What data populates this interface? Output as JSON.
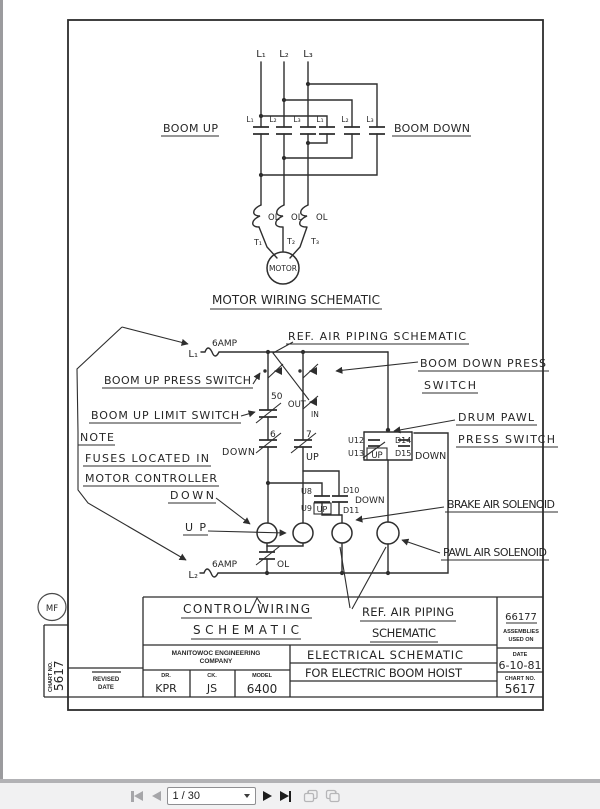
{
  "colors": {
    "ink": "#2e2e2e",
    "page_bg": "#ffffff",
    "scan_edge": "#9b9b9e",
    "toolbar_bg": "#f1f1f2",
    "toolbar_divider": "#b2b2b5",
    "icon_enabled": "#1d1d1d",
    "icon_disabled": "#a6a6a9"
  },
  "toolbar": {
    "page_display": "1 / 30",
    "icons": {
      "first": "first-page-icon",
      "prev": "previous-page-icon",
      "next": "next-page-icon",
      "last": "last-page-icon",
      "prev_view": "previous-view-icon",
      "next_view": "next-view-icon",
      "combo_caret": "dropdown-caret-icon"
    }
  },
  "drawing": {
    "motor": {
      "feeders": [
        "L₁",
        "L₂",
        "L₃"
      ],
      "boom_up": "BOOM UP",
      "boom_down": "BOOM DOWN",
      "contacts": [
        "L₁",
        "L₂",
        "L₃",
        "L₁",
        "L₂",
        "L₃"
      ],
      "ol": "OL",
      "terminals": [
        "T₁",
        "T₂",
        "T₃"
      ],
      "motor_label": "MOTOR",
      "caption": "MOTOR WIRING SCHEMATIC"
    },
    "control": {
      "ref_air_top": "REF. AIR PIPING SCHEMATIC",
      "fuse": "6AMP",
      "l1": "L₁",
      "l2": "L₂",
      "boom_up_press": "BOOM UP PRESS SWITCH",
      "boom_up_limit": "BOOM UP LIMIT SWITCH",
      "sw50": "50",
      "out": "OUT",
      "in_label": "IN",
      "boom_down_press_1": "BOOM DOWN PRESS",
      "boom_down_press_2": "SWITCH",
      "drum_pawl_1": "DRUM PAWL",
      "drum_pawl_2": "PRESS SWITCH",
      "note": "NOTE",
      "note_2": "FUSES LOCATED IN",
      "note_3": "MOTOR CONTROLLER",
      "n6": "6",
      "n7": "7",
      "down_small": "DOWN",
      "up_small": "UP",
      "u12": "U12",
      "u13": "U13",
      "u_up": "UP",
      "d14": "D14",
      "d15": "D15",
      "d_down": "DOWN",
      "down_label": "DOWN",
      "up_label": "UP",
      "u8": "U8",
      "u9": "U9",
      "u8_up": "UP",
      "d10": "D10",
      "d10_down": "DOWN",
      "d11": "D11",
      "brake": "BRAKE AIR SOLENOID",
      "pawl": "PAWL AIR SOLENOID",
      "ol": "OL",
      "caption_1": "CONTROL WIRING",
      "caption_2": "SCHEMATIC",
      "ref_air_bottom_1": "REF. AIR PIPING",
      "ref_air_bottom_2": "SCHEMATIC"
    },
    "title_block": {
      "stamp": "MF",
      "chart_side_label": "CHART NO.",
      "chart_side_no": "5617",
      "revised": "REVISED",
      "revised_date": "DATE",
      "company_1": "MANITOWOC ENGINEERING",
      "company_2": "COMPANY",
      "dr_label": "DR.",
      "dr": "KPR",
      "ck_label": "CK.",
      "ck": "JS",
      "model_label": "MODEL",
      "model": "6400",
      "title_1": "ELECTRICAL SCHEMATIC",
      "title_2": "FOR ELECTRIC BOOM HOIST",
      "assembly_no": "66177",
      "assemblies_1": "ASSEMBLIES",
      "assemblies_2": "USED ON",
      "date_label": "DATE",
      "date": "6-10-81",
      "chart_label": "CHART NO.",
      "chart_no": "5617"
    }
  }
}
